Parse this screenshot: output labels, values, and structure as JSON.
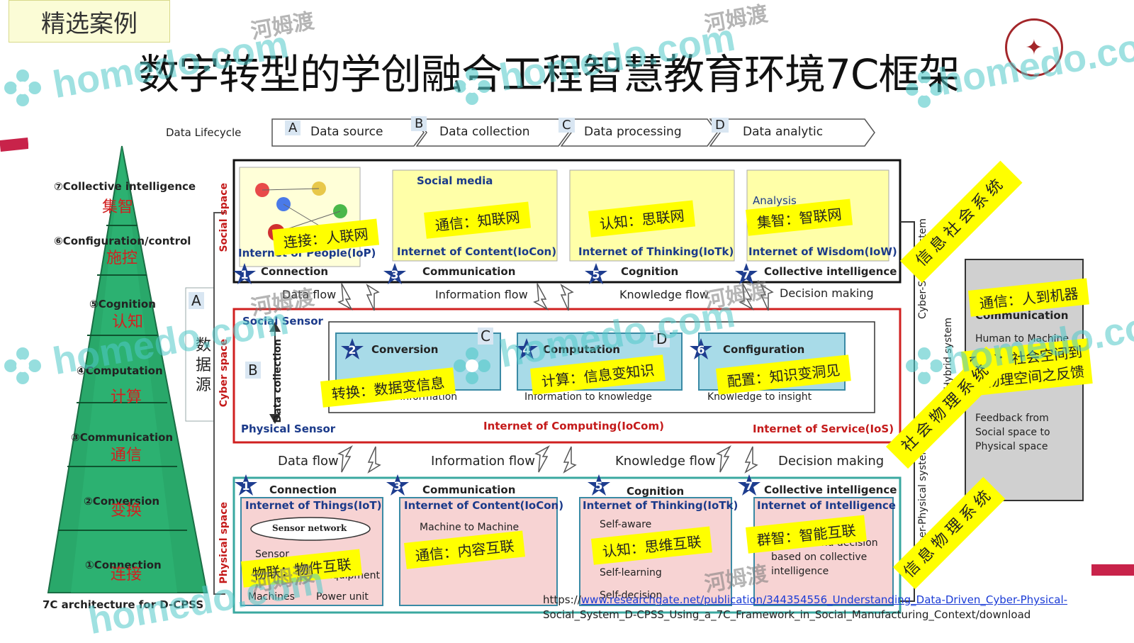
{
  "header": {
    "tag": "精选案例",
    "title": "数字转型的学创融合工程智慧教育环境7C框架",
    "logo_icon": "university-seal-icon"
  },
  "watermark": {
    "brand": "homedo.com",
    "cn": "河姆渡"
  },
  "diagram": {
    "lifecycle_label": "Data Lifecycle",
    "lifecycle_steps": [
      {
        "letter": "A",
        "label": "Data source"
      },
      {
        "letter": "B",
        "label": "Data collection"
      },
      {
        "letter": "C",
        "label": "Data processing"
      },
      {
        "letter": "D",
        "label": "Data analytic"
      }
    ],
    "pyramid": {
      "caption": "7C architecture for D-CPSS",
      "levels": [
        {
          "en": "⑦Collective intelligence",
          "cn": "集智"
        },
        {
          "en": "⑥Configuration/control",
          "cn": "施控"
        },
        {
          "en": "⑤Cognition",
          "cn": "认知"
        },
        {
          "en": "④Computation",
          "cn": "计算"
        },
        {
          "en": "③Communication",
          "cn": "通信"
        },
        {
          "en": "②Conversion",
          "cn": "变换"
        },
        {
          "en": "①Connection",
          "cn": "连接"
        }
      ],
      "side_letters": [
        "A",
        "B"
      ],
      "side_cn": "数据源"
    },
    "spaces": {
      "social": "Social space",
      "cyber": "Cyber space",
      "physical": "Physical space"
    },
    "social_row": {
      "boxes": [
        {
          "num": "1",
          "title": "Connection",
          "caption": "Internet of People(IoP)",
          "note": "连接：人联网"
        },
        {
          "num": "3",
          "title": "Communication",
          "caption": "Internet of Content(IoCon)",
          "head": "Social media",
          "note": "通信：知联网"
        },
        {
          "num": "5",
          "title": "Cognition",
          "caption": "Internet of Thinking(IoTk)",
          "note": "认知：思联网"
        },
        {
          "num": "7",
          "title": "Collective intelligence",
          "caption": "Internet of Wisdom(IoW)",
          "head": "Analysis",
          "note": "集智：智联网"
        }
      ],
      "flows": [
        "Data flow",
        "Information flow",
        "Knowledge flow",
        "Decision making"
      ]
    },
    "cyber_row": {
      "social_sensor": "Social Sensor",
      "physical_sensor": "Physical Sensor",
      "data_collection": "Data collection",
      "letters": [
        "B",
        "C",
        "D"
      ],
      "boxes": [
        {
          "num": "2",
          "title": "Conversion",
          "caption": "Data to information",
          "note": "转换：数据变信息"
        },
        {
          "num": "4",
          "title": "Computation",
          "caption": "Information to knowledge",
          "note": "计算：信息变知识"
        },
        {
          "num": "6",
          "title": "Configuration",
          "caption": "Knowledge to insight",
          "note": "配置：知识变洞见"
        }
      ],
      "bottom_left": "Internet of Computing(IoCom)",
      "bottom_right": "Internet of Service(IoS)"
    },
    "physical_row": {
      "flows": [
        "Data flow",
        "Information flow",
        "Knowledge flow",
        "Decision making"
      ],
      "boxes": [
        {
          "num": "1",
          "title": "Connection",
          "caption": "Internet of Things(IoT)",
          "cloud": "Sensor network",
          "items": [
            "Sensor",
            "Equipment",
            "Machines",
            "Power unit"
          ],
          "note": "物联：物件互联"
        },
        {
          "num": "3",
          "title": "Communication",
          "caption": "Internet of Content(IoCon)",
          "items": [
            "Machine to Machine"
          ],
          "note": "通信：内容互联"
        },
        {
          "num": "5",
          "title": "Cognition",
          "caption": "Internet of Thinking(IoTk)",
          "items": [
            "Self-aware",
            "Self-learning",
            "Self-decision"
          ],
          "note": "认知：思维互联"
        },
        {
          "num": "7",
          "title": "Collective intelligence",
          "caption": "Internet of Intelligence",
          "items": [
            "Analysis and decision",
            "based on collective",
            "intelligence"
          ],
          "note": "群智：智能互联"
        }
      ]
    },
    "right_side": {
      "cyber_social": "Cyber-Social system",
      "social_hybrid": "Social-Hybrid system",
      "cyber_physical": "Cyber-Physical system",
      "panel": {
        "title": "Communication",
        "subtitle": "Human to Machine",
        "feedback": [
          "Feedback from",
          "Social space to",
          "Physical space"
        ],
        "note1": "通信：人到机器",
        "note2": [
          "配置：社会空间到",
          "物理空间之反馈"
        ]
      },
      "rotated_notes": [
        "信息社会系统",
        "社会物理系统",
        "信息物理系统"
      ]
    },
    "source_url": {
      "prefix": "https://",
      "link": "www.researchgate.net/publication/344354556_Understanding_Data-Driven_Cyber-Physical-",
      "line2": "Social_System_D-CPSS_Using_a_7C_Framework_in_Social_Manufacturing_Context/download"
    }
  },
  "colors": {
    "accent_red": "#c41a1a",
    "yellow": "#ffff00",
    "blue_box": "#a8dbe8",
    "pink_box": "#f7d3d3",
    "star": "#1e3d8f"
  }
}
